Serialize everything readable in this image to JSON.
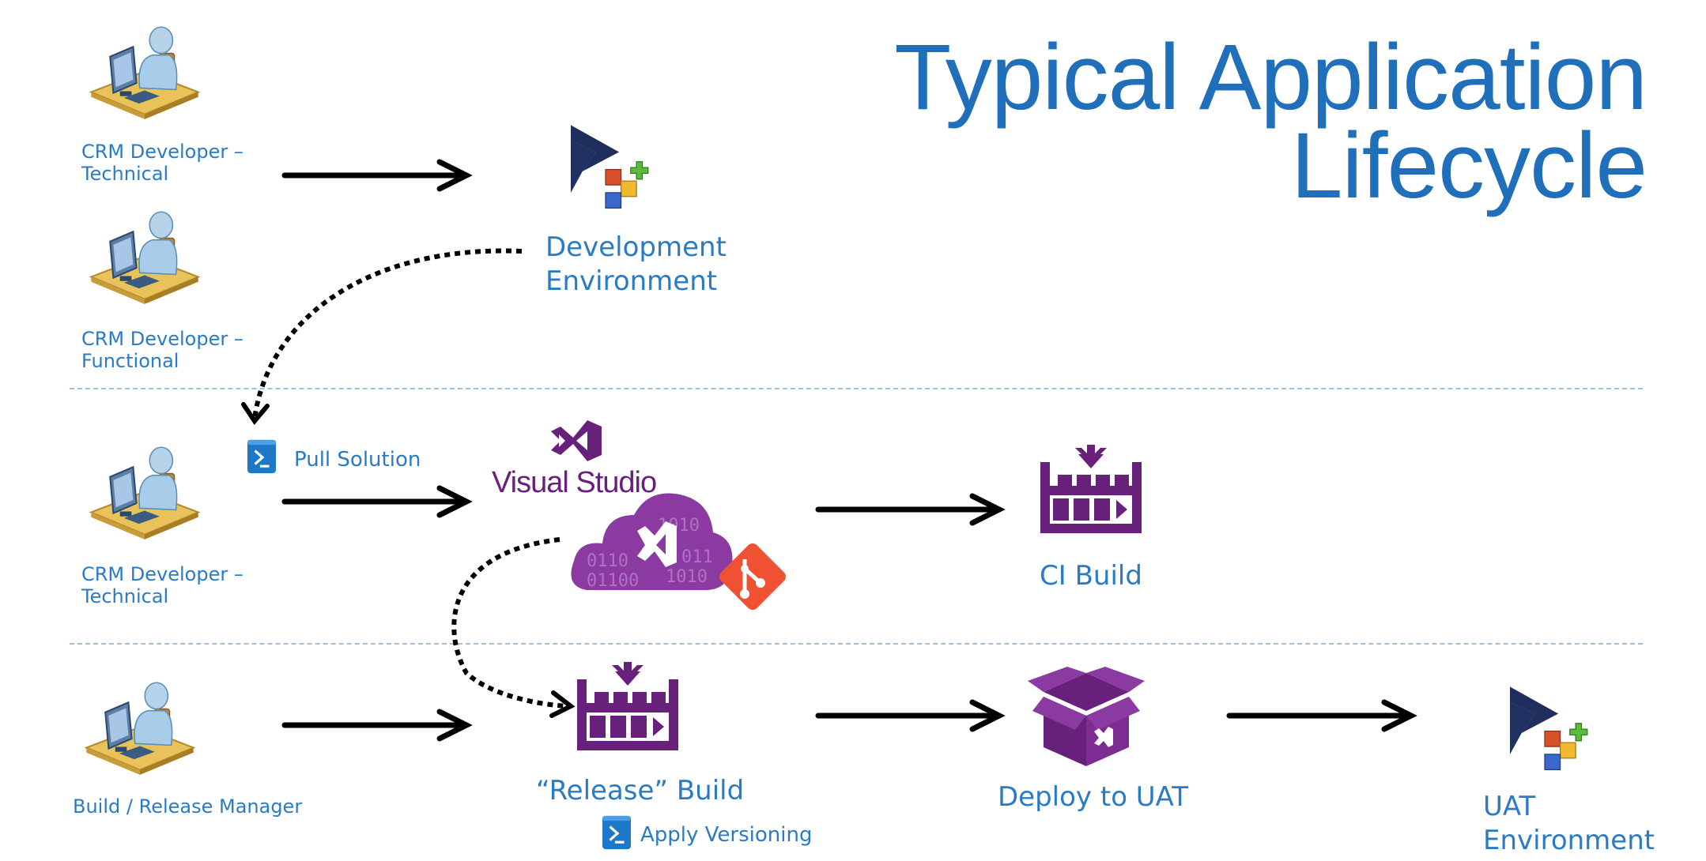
{
  "title": {
    "line1": "Typical Application",
    "line2": "Lifecycle"
  },
  "roles": {
    "dev_technical_1": {
      "line1": "CRM Developer –",
      "line2": "Technical"
    },
    "dev_functional": {
      "line1": "CRM Developer –",
      "line2": "Functional"
    },
    "dev_technical_2": {
      "line1": "CRM Developer –",
      "line2": "Technical"
    },
    "build_manager": {
      "line1": "Build / Release Manager"
    }
  },
  "nodes": {
    "dev_env": {
      "line1": "Development",
      "line2": "Environment"
    },
    "visual_studio": {
      "brand": "Visual Studio"
    },
    "ci_build": {
      "label": "CI Build"
    },
    "release_build": {
      "label": "“Release” Build"
    },
    "deploy_uat": {
      "label": "Deploy to UAT"
    },
    "uat_env": {
      "line1": "UAT",
      "line2": "Environment"
    }
  },
  "steps": {
    "pull_solution": "Pull Solution",
    "apply_versioning": "Apply Versioning"
  },
  "colors": {
    "text_blue": "#2a7bc5",
    "title_blue": "#1f6fba",
    "purple": "#68217a",
    "git_orange": "#f05133",
    "dynamics_navy": "#1f2e5c",
    "divider": "#9fbfdc"
  },
  "icons": [
    "user-computer-icon",
    "dynamics-crm-icon",
    "powershell-icon",
    "visual-studio-icon",
    "vsts-cloud-icon",
    "git-icon",
    "build-icon",
    "package-icon"
  ]
}
